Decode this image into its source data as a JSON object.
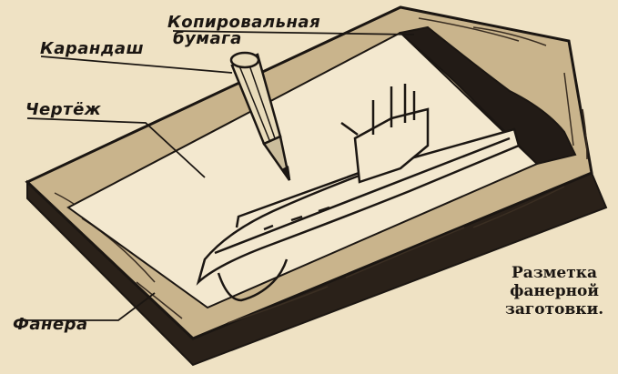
{
  "labels": {
    "copy_paper_line1": "Копировальная",
    "copy_paper_line2": "бумага",
    "pencil": "Карандаш",
    "drawing": "Чертёж",
    "plywood": "Фанера"
  },
  "caption": {
    "line1": "Разметка",
    "line2": "фанерной",
    "line3": "заготовки."
  },
  "colors": {
    "background": "#efe2c4",
    "ink": "#1b1612",
    "paper": "#f3e8cf",
    "carbon": "#221b16"
  }
}
